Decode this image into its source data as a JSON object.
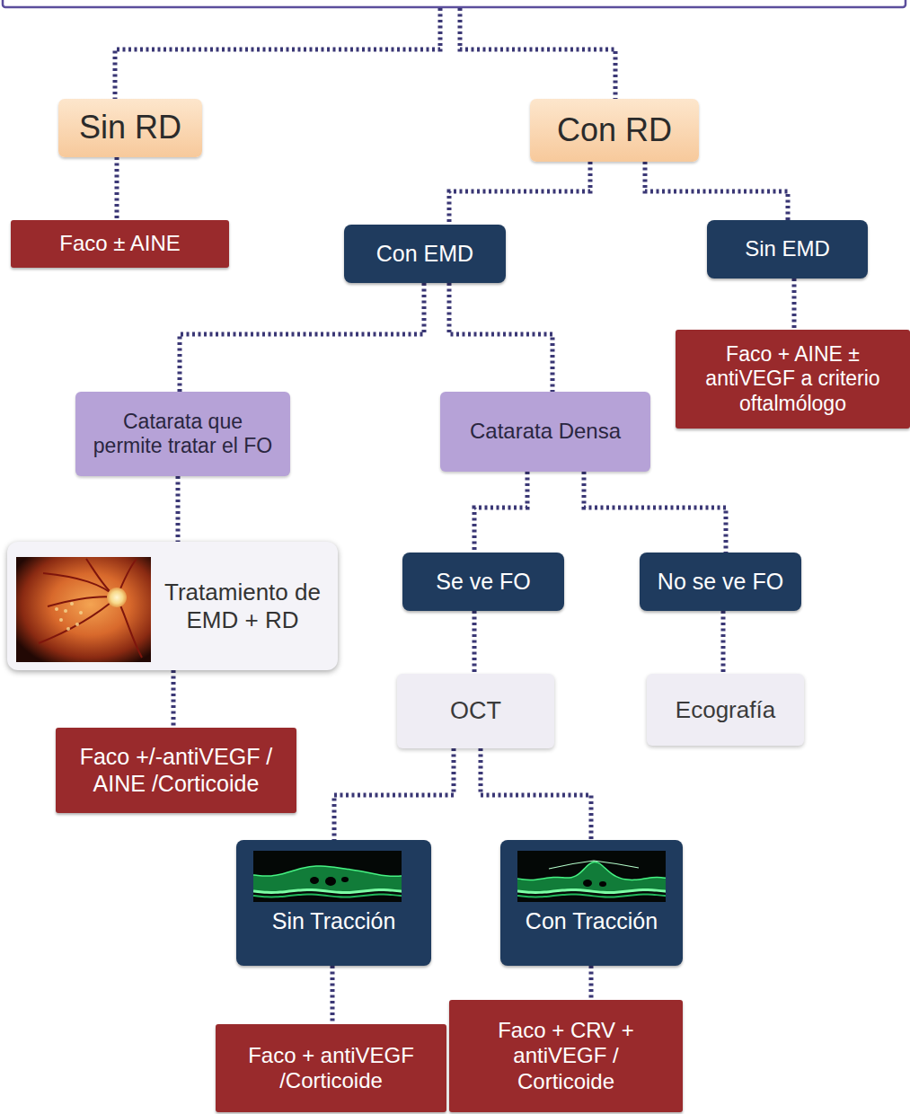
{
  "diagram": {
    "nodes": [
      {
        "text": [
          "Sin RD"
        ]
      },
      {
        "text": [
          "Con RD"
        ]
      },
      {
        "text": [
          "Faco ± AINE"
        ]
      },
      {
        "text": [
          "Con EMD"
        ]
      },
      {
        "text": [
          "Sin EMD"
        ]
      },
      {
        "text": [
          "Faco + AINE ± antiVEGF a criterio oftalmólogo"
        ]
      },
      {
        "text": [
          "Catarata que permite tratar el FO"
        ]
      },
      {
        "text": [
          "Catarata Densa"
        ]
      },
      {
        "text": [
          "Tratamiento de EMD + RD"
        ]
      },
      {
        "text": [
          "Se ve FO"
        ]
      },
      {
        "text": [
          "No se ve FO"
        ]
      },
      {
        "text": [
          "OCT"
        ]
      },
      {
        "text": [
          "Ecografía"
        ]
      },
      {
        "text": [
          "Faco +/-antiVEGF / AINE /Corticoide"
        ]
      },
      {
        "text": [
          "Sin Tracción"
        ]
      },
      {
        "text": [
          "Con Tracción"
        ]
      },
      {
        "text": [
          "Faco + antiVEGF /Corticoide"
        ]
      },
      {
        "text": [
          "Faco + CRV + antiVEGF / Corticoide"
        ]
      }
    ],
    "edges": [
      {
        "from": 0,
        "to": 2,
        "arrow": "none"
      },
      {
        "from": 1,
        "to": 3,
        "arrow": "none"
      },
      {
        "from": 1,
        "to": 4,
        "arrow": "none"
      },
      {
        "from": 4,
        "to": 5,
        "arrow": "none"
      },
      {
        "from": 3,
        "to": 6,
        "arrow": "none"
      },
      {
        "from": 3,
        "to": 7,
        "arrow": "none"
      },
      {
        "from": 6,
        "to": 8,
        "arrow": "none"
      },
      {
        "from": 8,
        "to": 13,
        "arrow": "none"
      },
      {
        "from": 7,
        "to": 9,
        "arrow": "none"
      },
      {
        "from": 7,
        "to": 10,
        "arrow": "none"
      },
      {
        "from": 9,
        "to": 11,
        "arrow": "none"
      },
      {
        "from": 10,
        "to": 12,
        "arrow": "none"
      },
      {
        "from": 11,
        "to": 14,
        "arrow": "none"
      },
      {
        "from": 11,
        "to": 15,
        "arrow": "none"
      },
      {
        "from": 14,
        "to": 16,
        "arrow": "none"
      },
      {
        "from": 15,
        "to": 17,
        "arrow": "none"
      }
    ]
  }
}
